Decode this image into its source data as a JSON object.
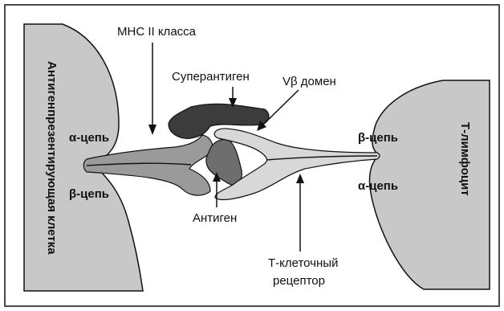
{
  "labels": {
    "mhc": "МНС II класса",
    "superantigen": "Суперантиген",
    "vbeta": "Vβ домен",
    "antigen": "Антиген",
    "tcr_line1": "Т-клеточный",
    "tcr_line2": "рецептор",
    "apc": "Антигенпрезентирующая клетка",
    "tcell": "Т-лимфоцит",
    "apc_alpha": "α-цепь",
    "apc_beta": "β-цепь",
    "t_beta": "β-цепь",
    "t_alpha": "α-цепь"
  },
  "colors": {
    "cell_fill": "#c8c8c8",
    "superantigen_fill": "#3c3c3c",
    "antigen_fill": "#6e6e6e",
    "mhc_fill": "#9a9a9a",
    "tcr_fill": "#d8d8d8",
    "background": "#ffffff",
    "stroke": "#111111"
  }
}
